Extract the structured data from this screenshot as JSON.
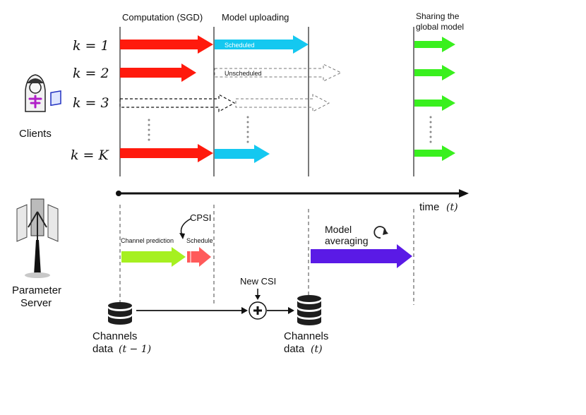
{
  "phases": {
    "computation": "Computation (SGD)",
    "uploading": "Model uploading",
    "sharing_line1": "Sharing the",
    "sharing_line2": "global model"
  },
  "clients_label": "Clients",
  "rows": [
    {
      "k": "k = 1",
      "upload_tag": "Scheduled"
    },
    {
      "k": "k = 2",
      "upload_tag": "Unscheduled"
    },
    {
      "k": "k = 3",
      "upload_tag": ""
    },
    {
      "k": "k = K",
      "upload_tag": ""
    }
  ],
  "time_axis": {
    "label": "time",
    "var": "(t)"
  },
  "server": {
    "label_line1": "Parameter",
    "label_line2": "Server",
    "cpsi": "CPSI",
    "channel_prediction": "Channel prediction",
    "schedule": "Schedule",
    "model_averaging_line1": "Model",
    "model_averaging_line2": "averaging",
    "new_csi": "New CSI",
    "channels_prev_line1": "Channels",
    "channels_prev_line2": "data",
    "channels_prev_var": "(t − 1)",
    "channels_curr_line1": "Channels",
    "channels_curr_line2": "data",
    "channels_curr_var": "(t)"
  },
  "colors": {
    "computation": "#ff1a0d",
    "upload": "#14c8f0",
    "sharing": "#39f01e",
    "prediction": "#a6f020",
    "schedule": "#ff5a5a",
    "averaging": "#5a1ae6"
  }
}
